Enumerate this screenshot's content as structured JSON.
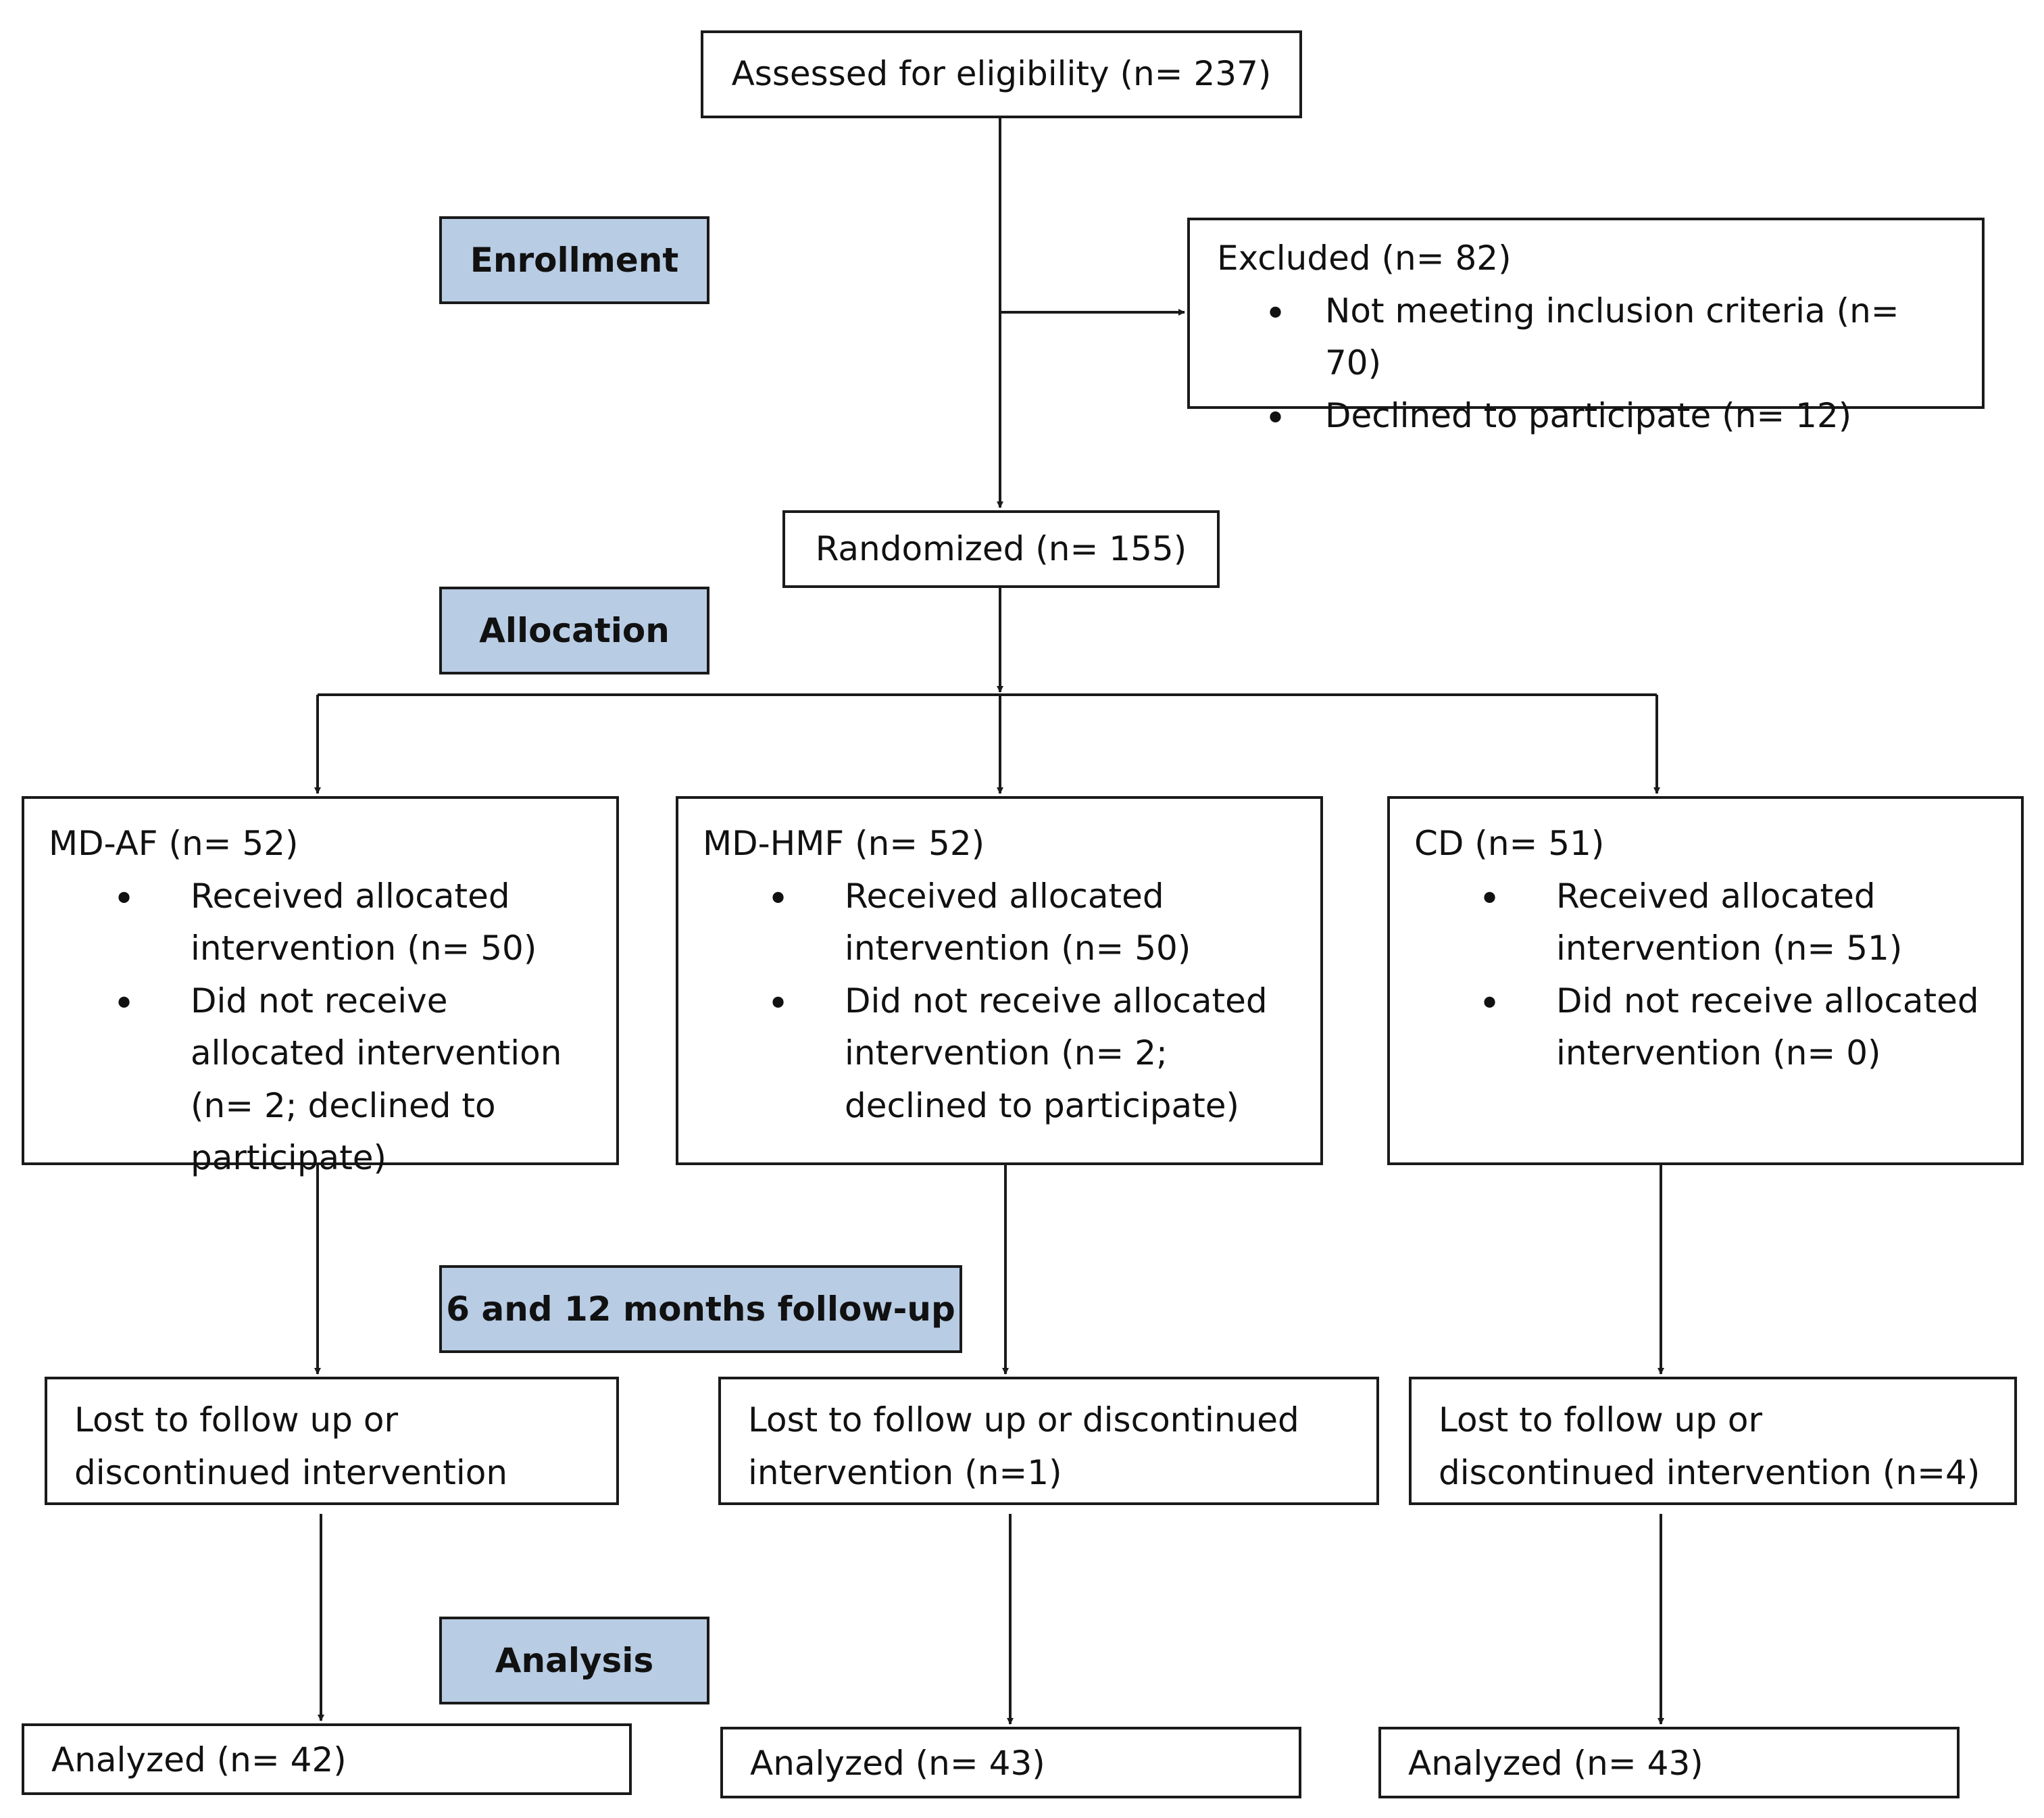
{
  "stages": {
    "enrollment": "Enrollment",
    "allocation": "Allocation",
    "followup": "6 and 12 months follow-up",
    "analysis": "Analysis"
  },
  "assessed": "Assessed for eligibility (n= 237)",
  "excluded": {
    "title": "Excluded (n= 82)",
    "items": [
      "Not meeting inclusion criteria (n= 70)",
      "Declined to participate (n= 12)"
    ]
  },
  "randomized": "Randomized (n= 155)",
  "arms": [
    {
      "title": "MD-AF (n= 52)",
      "items": [
        "Received allocated intervention (n= 50)",
        "Did not receive allocated intervention (n= 2; declined to participate)"
      ],
      "lost": "Lost to follow up or discontinued intervention",
      "analyzed": "Analyzed (n= 42)"
    },
    {
      "title": "MD-HMF (n= 52)",
      "items": [
        "Received allocated intervention (n= 50)",
        "Did not receive allocated intervention (n= 2; declined to participate)"
      ],
      "lost": "Lost to follow up or discontinued intervention (n=1)",
      "analyzed": "Analyzed (n= 43)"
    },
    {
      "title": "CD (n= 51)",
      "items": [
        "Received allocated intervention (n= 51)",
        "Did not receive allocated intervention (n= 0)"
      ],
      "lost": "Lost to follow up or discontinued intervention (n=4)",
      "analyzed": "Analyzed (n= 43)"
    }
  ],
  "colors": {
    "stage_fill": "#b8cce4",
    "line": "#1a1a1a"
  }
}
